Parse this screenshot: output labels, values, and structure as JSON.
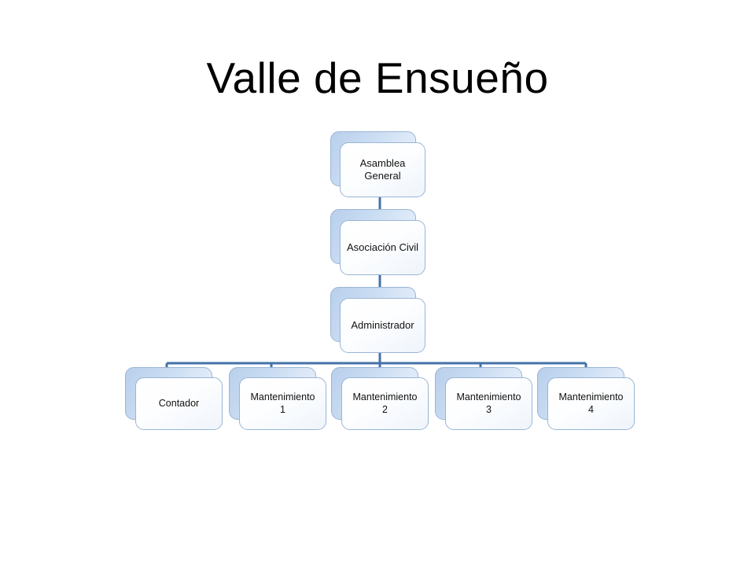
{
  "slide": {
    "title": "Valle de Ensueño",
    "background_color": "#ffffff"
  },
  "theme": {
    "connector_color": "#4472a8",
    "node_back_gradient_start": "#b9cfeb",
    "node_back_gradient_end": "#eaf2fb",
    "node_front_fill": "#ffffff",
    "node_border_color": "#9ab5d4",
    "text_color": "#111111"
  },
  "org_chart": {
    "nodes": [
      {
        "id": "asamblea",
        "label": "Asamblea\nGeneral",
        "level": 1
      },
      {
        "id": "asociacion",
        "label": "Asociación Civil",
        "level": 2
      },
      {
        "id": "administrador",
        "label": "Administrador",
        "level": 3
      },
      {
        "id": "contador",
        "label": "Contador",
        "level": 4
      },
      {
        "id": "mantenimiento1",
        "label": "Mantenimiento\n1",
        "level": 4
      },
      {
        "id": "mantenimiento2",
        "label": "Mantenimiento\n2",
        "level": 4
      },
      {
        "id": "mantenimiento3",
        "label": "Mantenimiento\n3",
        "level": 4
      },
      {
        "id": "mantenimiento4",
        "label": "Mantenimiento\n4",
        "level": 4
      }
    ],
    "edges": [
      {
        "from": "asamblea",
        "to": "asociacion"
      },
      {
        "from": "asociacion",
        "to": "administrador"
      },
      {
        "from": "administrador",
        "to": "contador"
      },
      {
        "from": "administrador",
        "to": "mantenimiento1"
      },
      {
        "from": "administrador",
        "to": "mantenimiento2"
      },
      {
        "from": "administrador",
        "to": "mantenimiento3"
      },
      {
        "from": "administrador",
        "to": "mantenimiento4"
      }
    ]
  }
}
